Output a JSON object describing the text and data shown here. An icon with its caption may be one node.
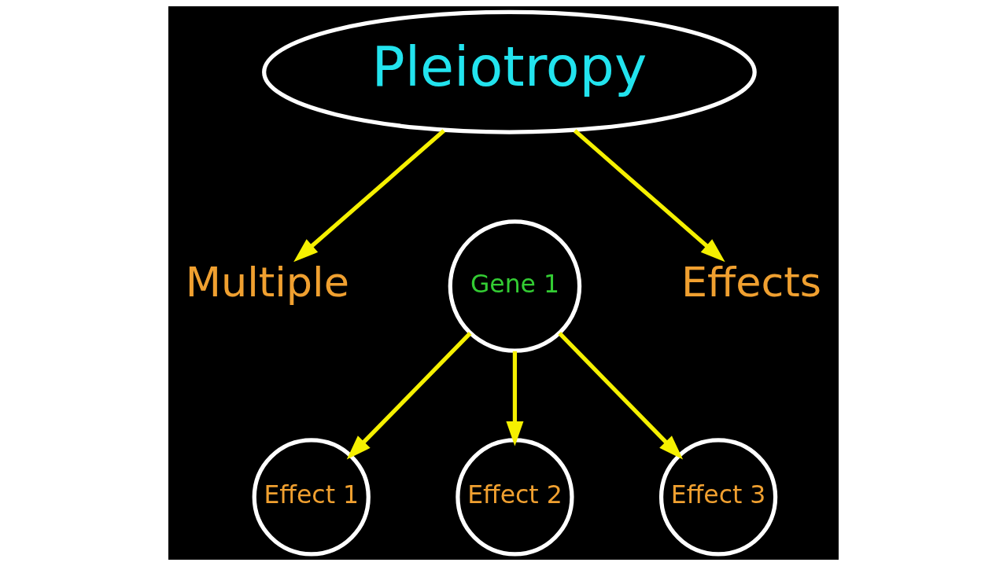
{
  "diagram": {
    "nodes": [
      {
        "text": [
          "Pleiotropy"
        ]
      },
      {
        "text": [
          "Multiple"
        ]
      },
      {
        "text": [
          "Gene 1"
        ]
      },
      {
        "text": [
          "Effects"
        ]
      },
      {
        "text": [
          "Effect 1"
        ]
      },
      {
        "text": [
          "Effect 2"
        ]
      },
      {
        "text": [
          "Effect 3"
        ]
      }
    ],
    "edges": [
      {
        "from": 0,
        "to": 1,
        "arrow": "to"
      },
      {
        "from": 0,
        "to": 3,
        "arrow": "to"
      },
      {
        "from": 2,
        "to": 4,
        "arrow": "to"
      },
      {
        "from": 2,
        "to": 5,
        "arrow": "to"
      },
      {
        "from": 2,
        "to": 6,
        "arrow": "to"
      }
    ]
  }
}
